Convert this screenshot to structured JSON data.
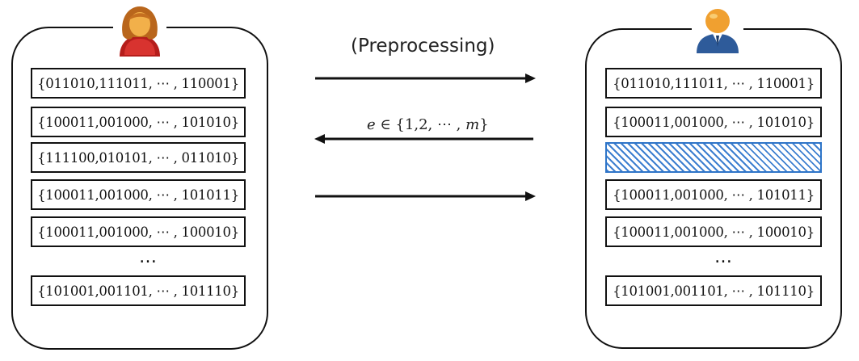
{
  "left_party": {
    "avatar": "female-user-icon",
    "records": [
      "{011010,111011, ⋯ , 110001}",
      "{100011,001000, ⋯ , 101010}",
      "{111100,010101, ⋯ , 011010}",
      "{100011,001000, ⋯ , 101011}",
      "{100011,001000, ⋯ , 100010}"
    ],
    "ellipsis": "…",
    "last_record": "{101001,001101, ⋯ , 101110}"
  },
  "right_party": {
    "avatar": "male-user-icon",
    "records": [
      "{011010,111011, ⋯ , 110001}",
      "{100011,001000, ⋯ , 101010}",
      "",
      "{100011,001000, ⋯ , 101011}",
      "{100011,001000, ⋯ , 100010}"
    ],
    "deleted_index": 2,
    "ellipsis": "…",
    "last_record": "{101001,001101, ⋯ , 101110}"
  },
  "messages": {
    "preprocessing": "(Preprocessing)",
    "challenge_var": "e",
    "challenge_set": "∈ {1,2, ⋯ , ",
    "challenge_m": "m",
    "challenge_close": "}"
  },
  "colors": {
    "female_avatar": "#c0201e",
    "male_avatar": "#2e5b9a",
    "skin": "#f0a030",
    "deleted_hatch": "#3d7fd0"
  }
}
